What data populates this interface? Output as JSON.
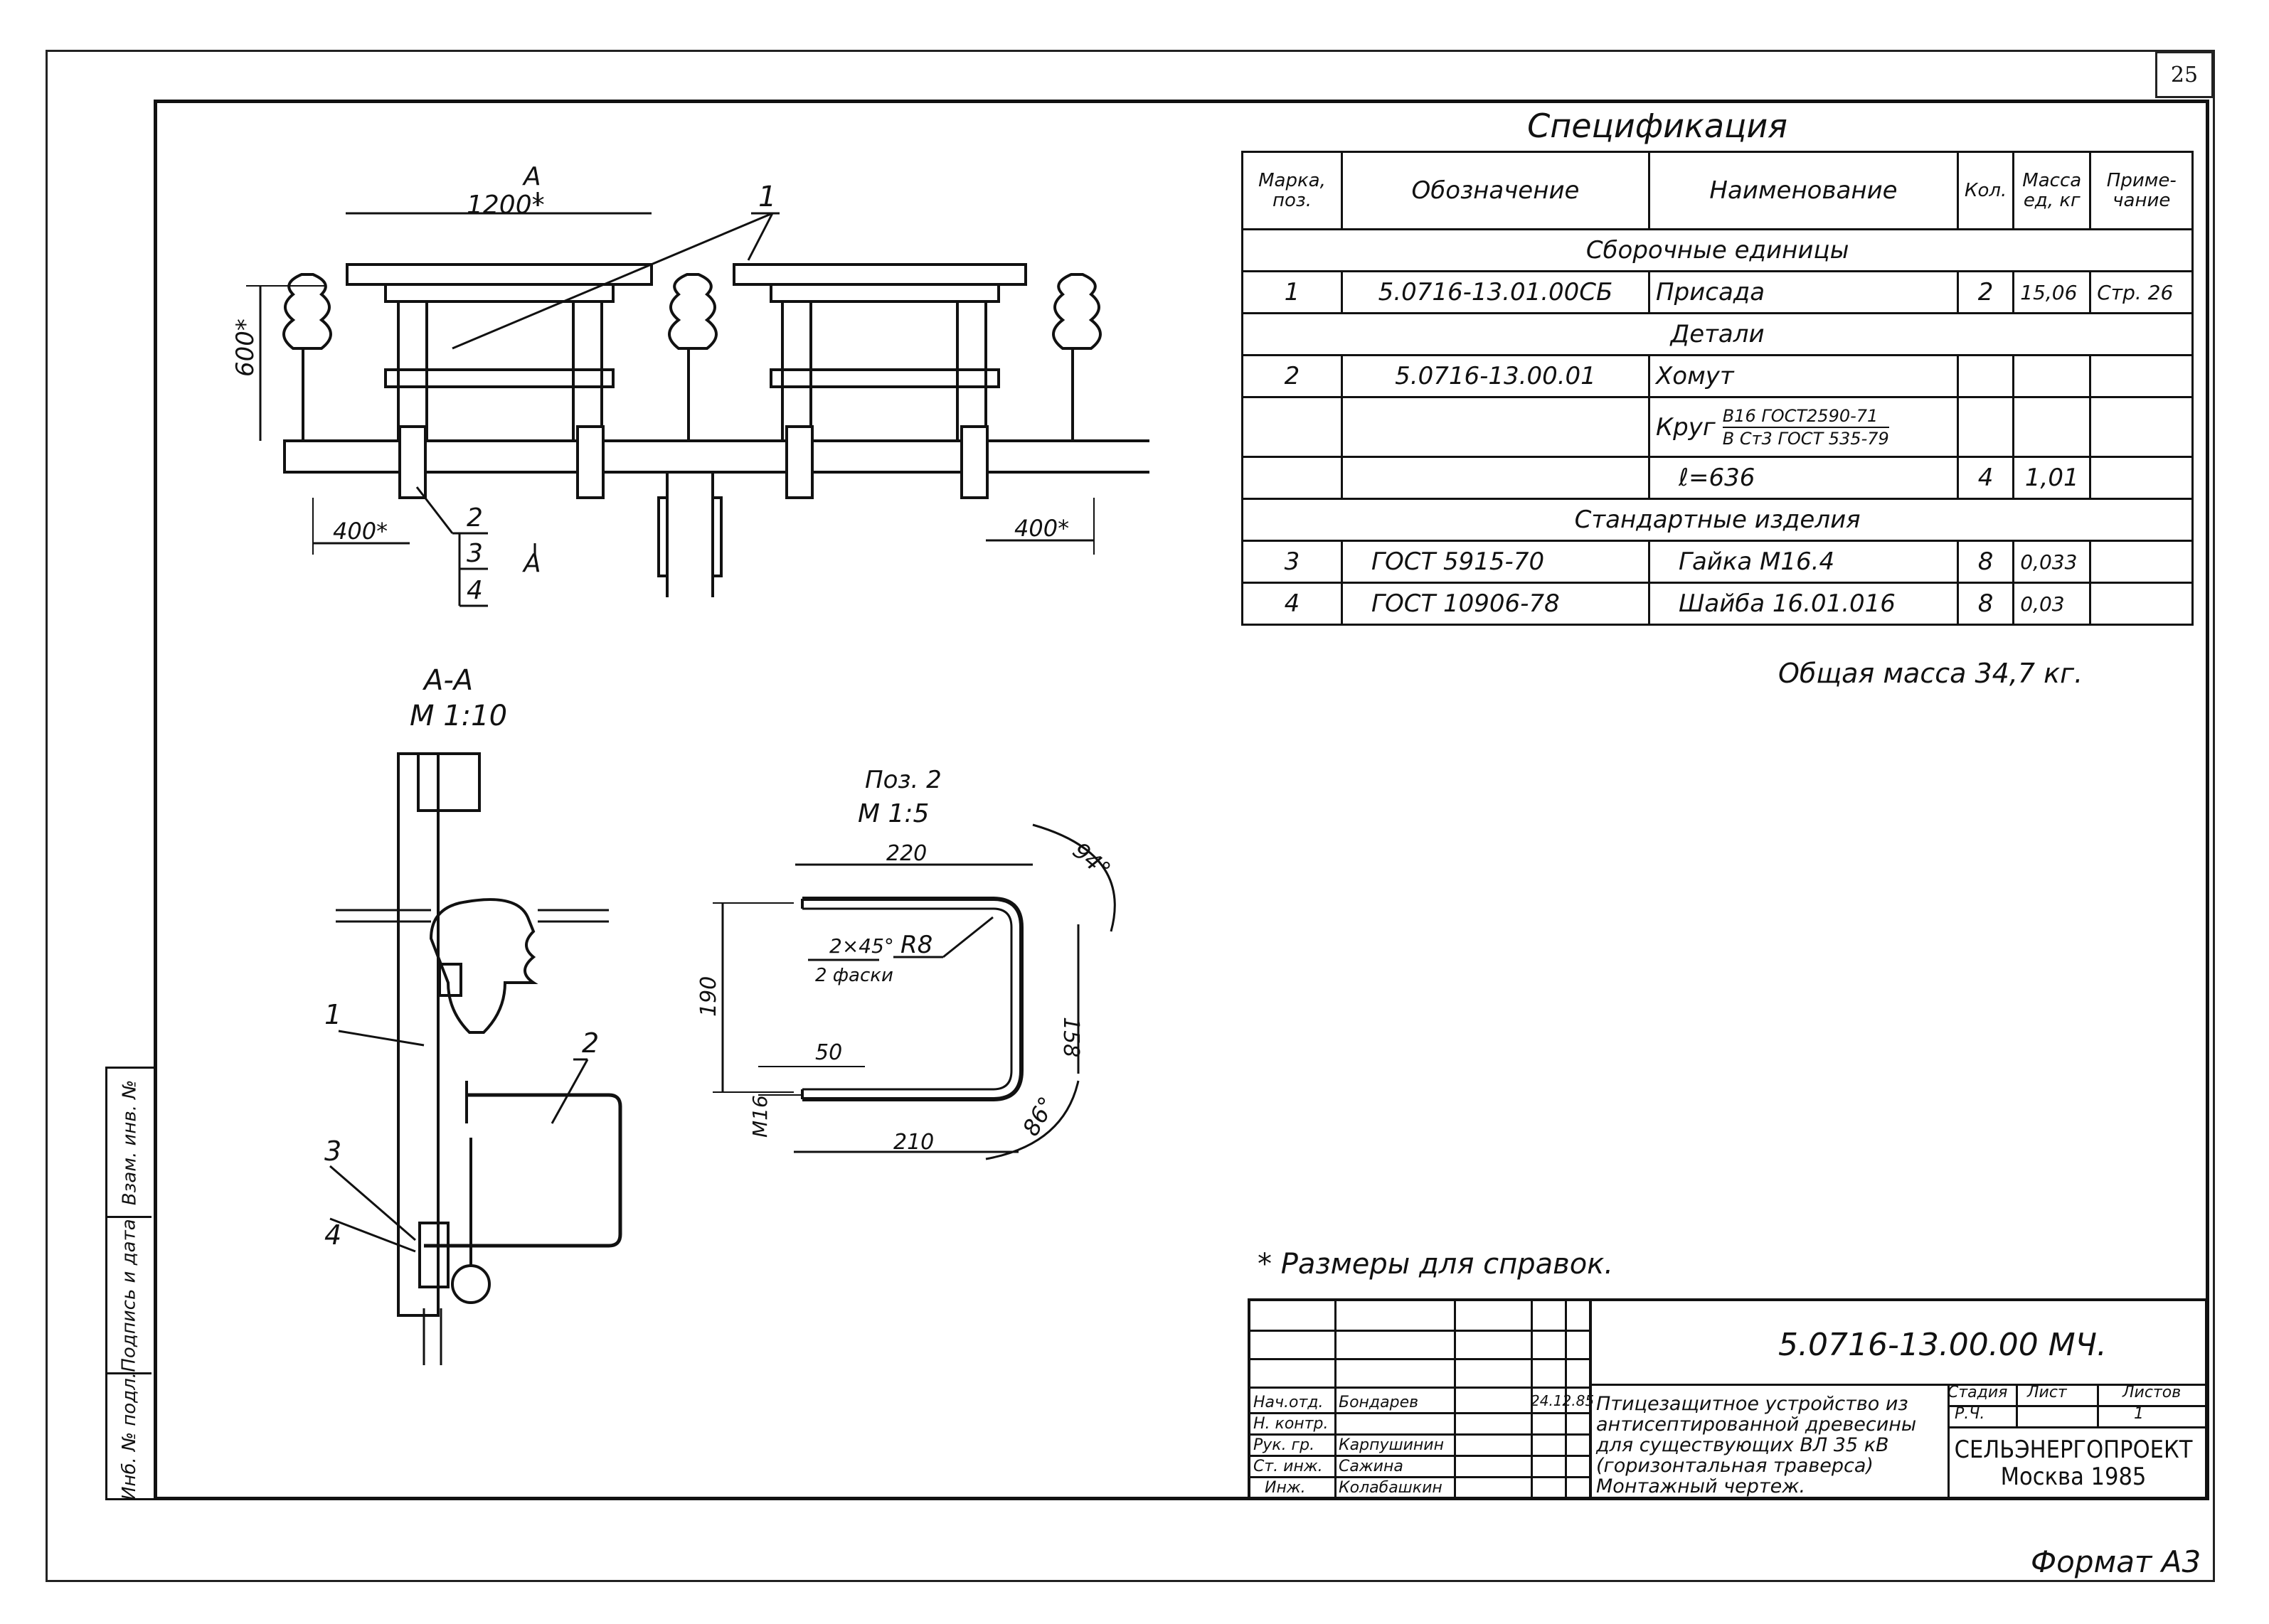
{
  "page_number": "25",
  "spec": {
    "title": "Спецификация",
    "headers": [
      "Марка, поз.",
      "Обозначение",
      "Наименование",
      "Кол.",
      "Масса ед, кг",
      "Приме-чание"
    ],
    "sections": {
      "assembly": "Сборочные единицы",
      "details": "Детали",
      "standard": "Стандартные изделия"
    },
    "rows": [
      {
        "pos": "1",
        "designation": "5.0716-13.01.00СБ",
        "name": "Присада",
        "qty": "2",
        "mass": "15,06",
        "note": "Стр. 26"
      },
      {
        "pos": "2",
        "designation": "5.0716-13.00.01",
        "name": "Хомут",
        "qty": "",
        "mass": "",
        "note": ""
      },
      {
        "pos": "",
        "designation": "",
        "name_prefix": "Круг",
        "name_top": "В16 ГОСТ2590-71",
        "name_bottom": "В Ст3 ГОСТ 535-79",
        "qty": "",
        "mass": "",
        "note": ""
      },
      {
        "pos": "",
        "designation": "",
        "name": "ℓ=636",
        "qty": "4",
        "mass": "1,01",
        "note": ""
      },
      {
        "pos": "3",
        "designation": "ГОСТ 5915-70",
        "name": "Гайка  М16.4",
        "qty": "8",
        "mass": "0,033",
        "note": ""
      },
      {
        "pos": "4",
        "designation": "ГОСТ 10906-78",
        "name": "Шайба  16.01.016",
        "qty": "8",
        "mass": "0,03",
        "note": ""
      }
    ],
    "total_mass": "Общая  масса 34,7 кг."
  },
  "drawing_top": {
    "dim_width": "1200*",
    "dim_height": "600*",
    "dim_left": "400*",
    "dim_right": "400*",
    "section_mark": "А",
    "callout_1": "1",
    "callout_2": "2",
    "callout_3": "3",
    "callout_4": "4"
  },
  "section_view": {
    "title": "А-А",
    "scale": "М 1:10",
    "callout_1": "1",
    "callout_2": "2",
    "callout_3": "3",
    "callout_4": "4"
  },
  "pos2_view": {
    "title": "Поз. 2",
    "scale": "М 1:5",
    "dim_220": "220",
    "dim_210": "210",
    "dim_190": "190",
    "dim_158": "158",
    "dim_50": "50",
    "dim_m16": "М16",
    "chamfer": "2×45°",
    "chamfer_note": "2 фаски",
    "radius": "R8",
    "angle_94": "94°",
    "angle_86": "86°"
  },
  "note": "* Размеры    для    справок.",
  "side_strip": {
    "cell1": "Инб. № подл.",
    "cell2": "Подпись и дата",
    "cell3": "Взам. инв. №"
  },
  "title_block": {
    "code": "5.0716-13.00.00 МЧ.",
    "rows": [
      {
        "role": "Нач.отд.",
        "name": "Бондарев",
        "date": "24.12.85"
      },
      {
        "role": "Н. контр.",
        "name": "",
        "date": ""
      },
      {
        "role": "Рук. гр.",
        "name": "Карпушинин",
        "date": ""
      },
      {
        "role": "Ст. инж.",
        "name": "Сажина",
        "date": ""
      },
      {
        "role": "Инж.",
        "name": "Колабашкин",
        "date": ""
      }
    ],
    "description": "Птицезащитное устройство из антисептированной древесины для существующих ВЛ 35 кВ (горизонтальная траверса) Монтажный чертеж.",
    "stage_label": "Стадия",
    "sheet_label": "Лист",
    "sheets_label": "Листов",
    "stage_value": "Р.Ч.",
    "sheets_value": "1",
    "org_name": "СЕЛЬЭНЕРГОПРОЕКТ",
    "org_city": "Москва 1985"
  },
  "format": "Формат А3"
}
